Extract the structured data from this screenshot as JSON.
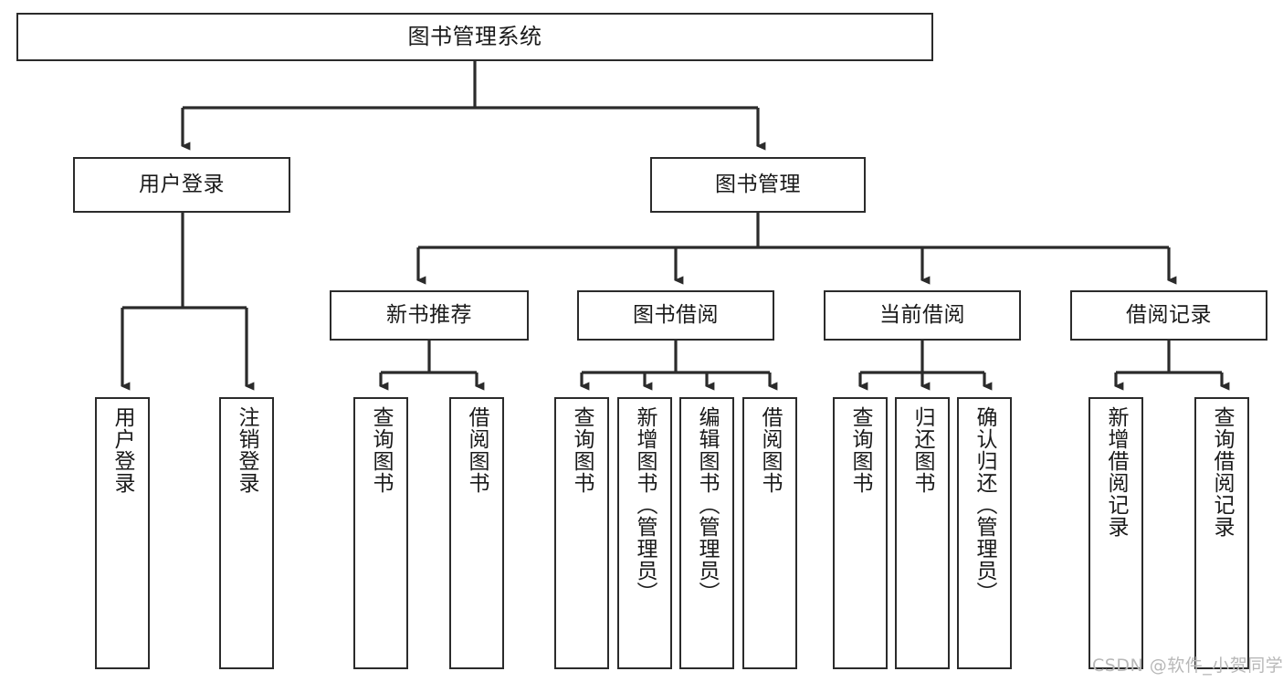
{
  "diagram": {
    "title": "图书管理系统",
    "type": "tree-hierarchy",
    "colors": {
      "box_border": "#2b2b2b",
      "box_fill": "#ffffff",
      "edge": "#2b2b2b",
      "text": "#1a1a1a",
      "watermark": "#b8b8b8"
    },
    "root": {
      "label": "图书管理系统"
    },
    "level2": [
      {
        "label": "用户登录"
      },
      {
        "label": "图书管理"
      }
    ],
    "level3": [
      {
        "label": "新书推荐"
      },
      {
        "label": "图书借阅"
      },
      {
        "label": "当前借阅"
      },
      {
        "label": "借阅记录"
      }
    ],
    "leaves": {
      "user_login": [
        {
          "label": "用户登录"
        },
        {
          "label": "注销登录"
        }
      ],
      "new_book_recommend": [
        {
          "label": "查询图书"
        },
        {
          "label": "借阅图书"
        }
      ],
      "book_borrow": [
        {
          "label": "查询图书"
        },
        {
          "label": "新增图书（管理员）"
        },
        {
          "label": "编辑图书（管理员）"
        },
        {
          "label": "借阅图书"
        }
      ],
      "current_borrow": [
        {
          "label": "查询图书"
        },
        {
          "label": "归还图书"
        },
        {
          "label": "确认归还（管理员）"
        }
      ],
      "borrow_record": [
        {
          "label": "新增借阅记录"
        },
        {
          "label": "查询借阅记录"
        }
      ]
    },
    "watermark": "CSDN @软件_小贺同学"
  }
}
